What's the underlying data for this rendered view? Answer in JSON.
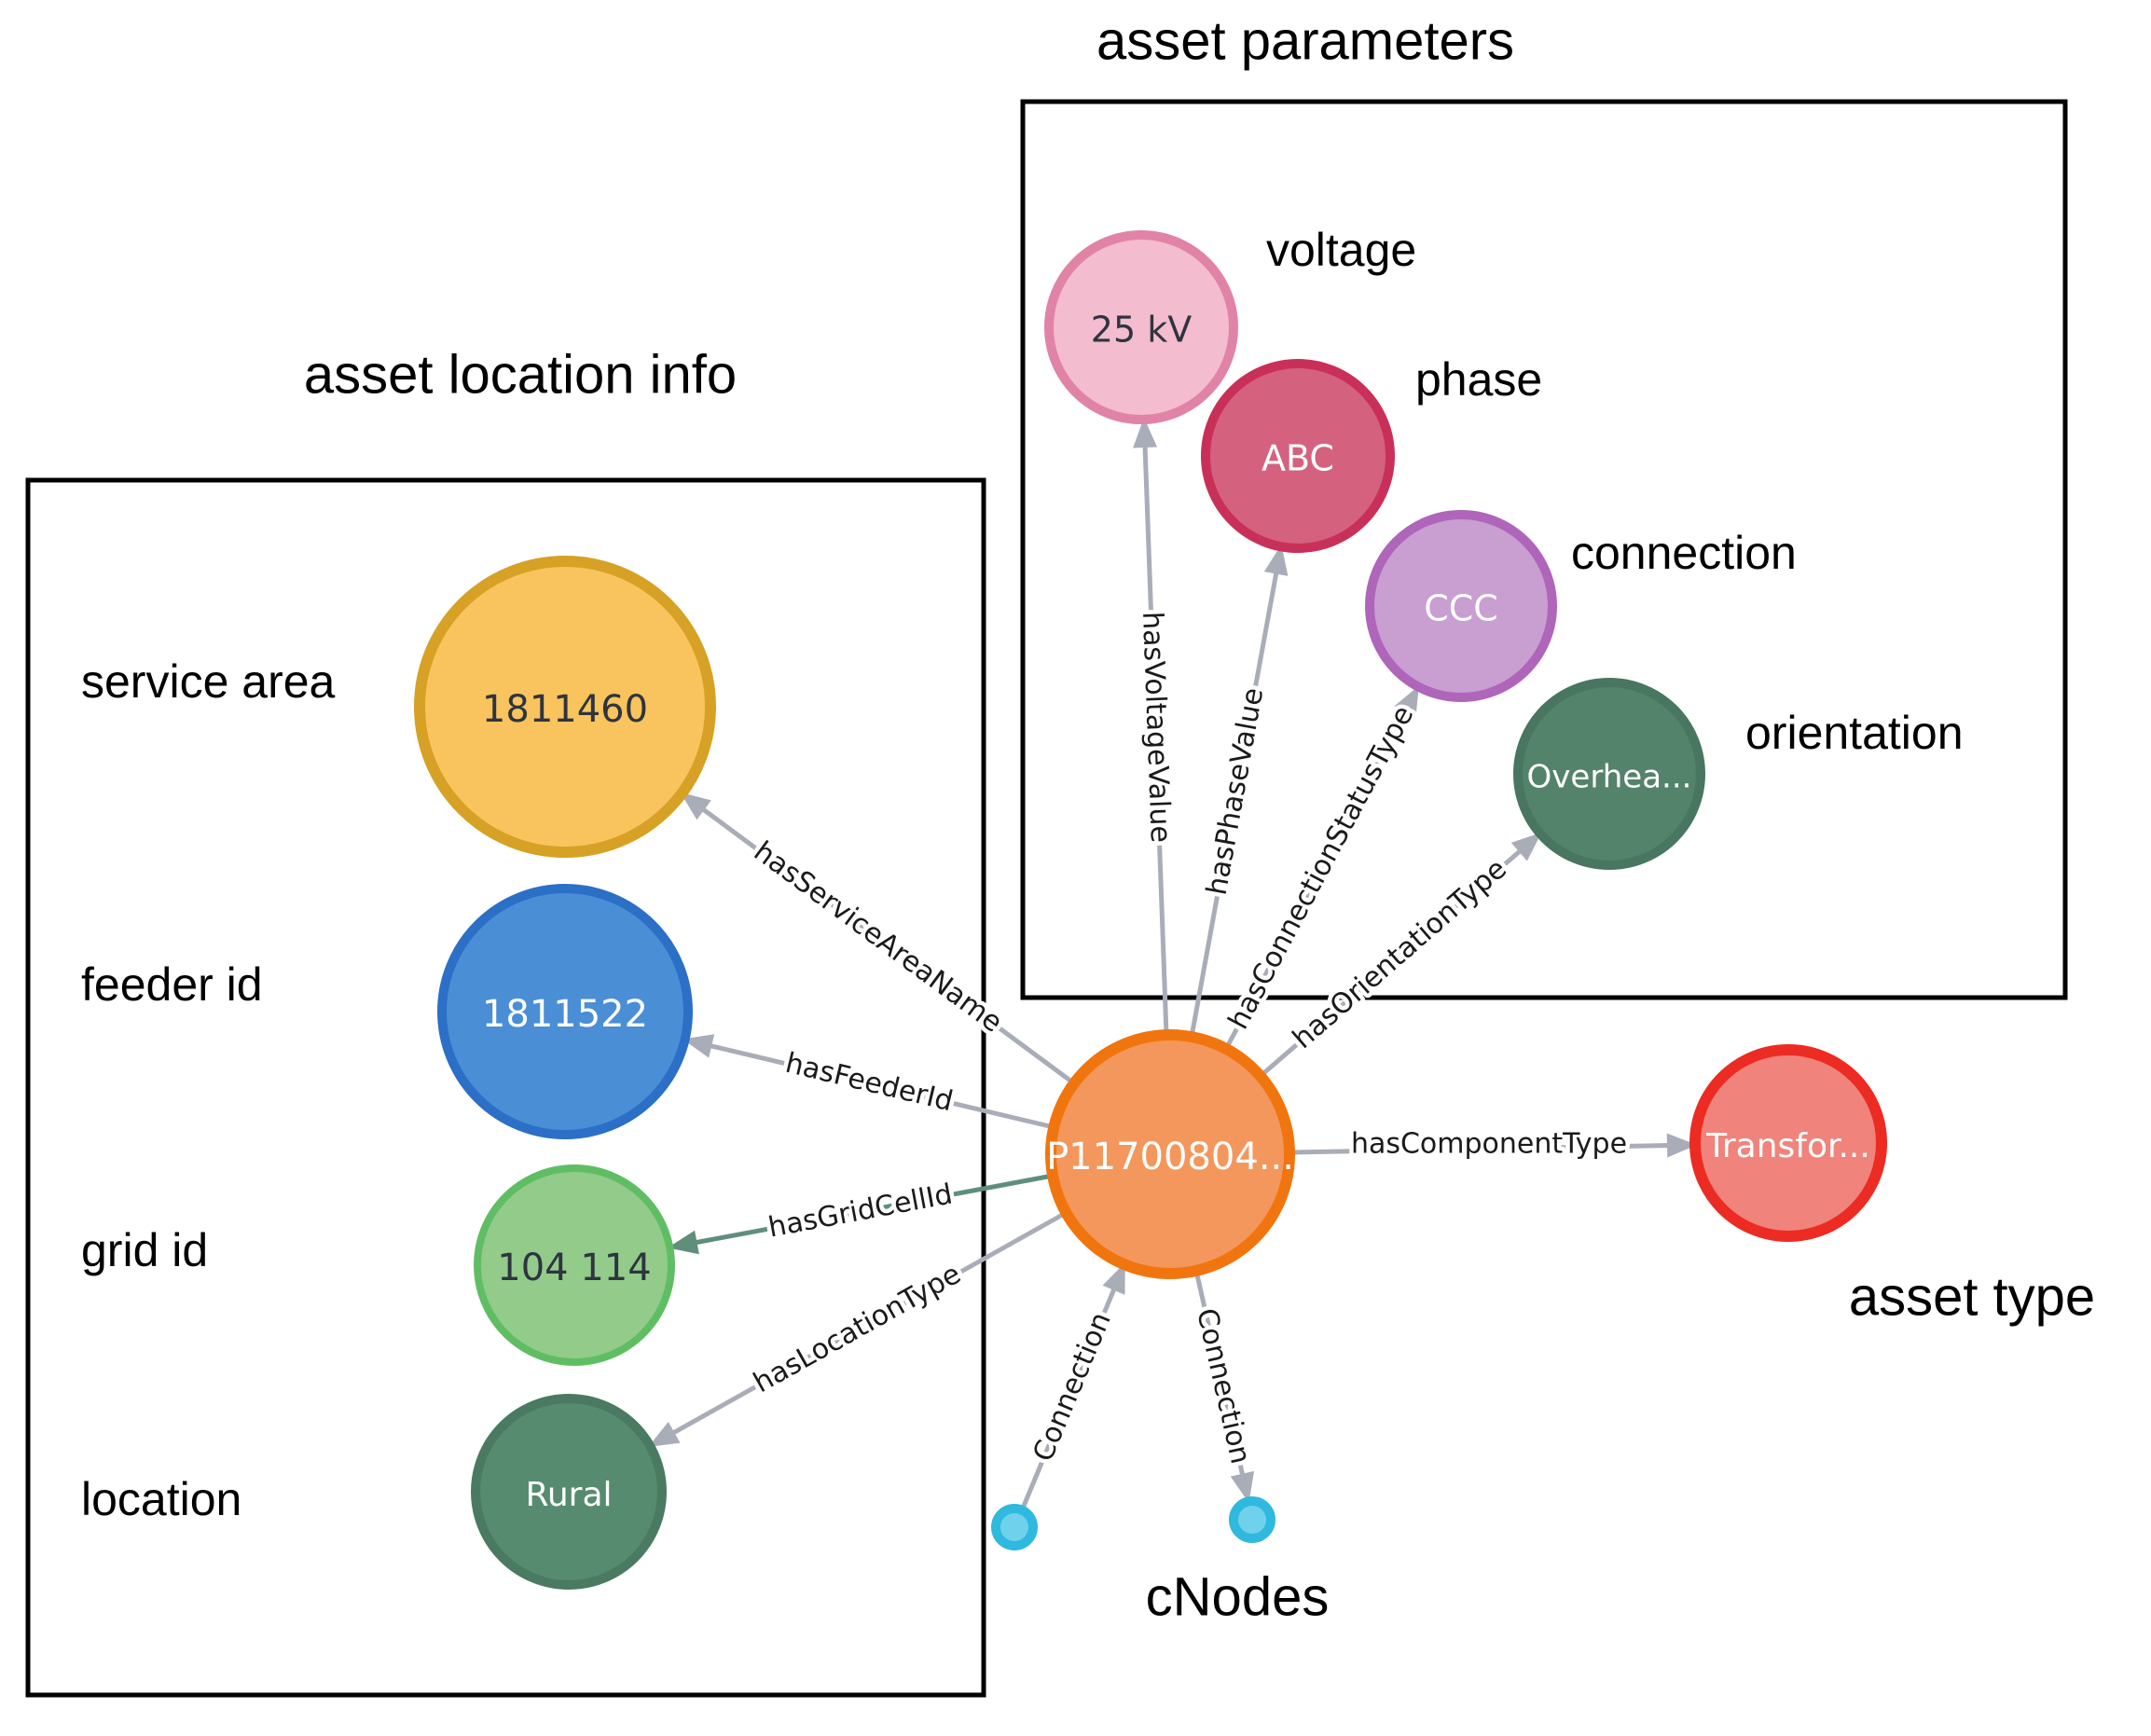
{
  "titles": {
    "parameters": "asset parameters",
    "location": "asset location info",
    "asset_type": "asset type",
    "cnodes": "cNodes"
  },
  "category_labels": {
    "service_area": "service area",
    "feeder_id": "feeder id",
    "grid_id": "grid id",
    "location": "location",
    "voltage": "voltage",
    "phase": "phase",
    "connection": "connection",
    "orientation": "orientation"
  },
  "nodes": {
    "central": {
      "label": "P11700804...",
      "fill": "#F4975C",
      "stroke": "#F1750E",
      "text_color": "#ffffff"
    },
    "service_area": {
      "label": "1811460",
      "fill": "#F9C45D",
      "stroke": "#D7A125",
      "text_color": "#2E3440"
    },
    "feeder": {
      "label": "1811522",
      "fill": "#4A8ED6",
      "stroke": "#2B6FC7",
      "text_color": "#ffffff"
    },
    "grid": {
      "label": "104 114",
      "fill": "#93CB8B",
      "stroke": "#5FBE63",
      "text_color": "#2E3440"
    },
    "location": {
      "label": "Rural",
      "fill": "#578B70",
      "stroke": "#4A7A61",
      "text_color": "#ffffff"
    },
    "voltage": {
      "label": "25 kV",
      "fill": "#F3BCCF",
      "stroke": "#E183A6",
      "text_color": "#2E3440"
    },
    "phase": {
      "label": "ABC",
      "fill": "#D4627F",
      "stroke": "#C93059",
      "text_color": "#ffffff"
    },
    "connection": {
      "label": "CCC",
      "fill": "#C99ED1",
      "stroke": "#AF65BA",
      "text_color": "#ffffff"
    },
    "orientation": {
      "label": "Overhea...",
      "fill": "#53836B",
      "stroke": "#487660",
      "text_color": "#ffffff"
    },
    "asset_type": {
      "label": "Transfor...",
      "fill": "#F0837B",
      "stroke": "#EC2B23",
      "text_color": "#ffffff"
    },
    "cnode_left": {
      "label": "",
      "fill": "#6FD1EC",
      "stroke": "#2FB9DE",
      "text_color": "#ffffff"
    },
    "cnode_right": {
      "label": "",
      "fill": "#6FD1EC",
      "stroke": "#2FB9DE",
      "text_color": "#ffffff"
    }
  },
  "edge_labels": {
    "service_area": "hasServiceAreaName",
    "feeder": "hasFeederId",
    "grid": "hasGridCellId",
    "location": "hasLocationType",
    "voltage": "hasVoltageValue",
    "phase": "hasPhaseValue",
    "connection_status": "hasConnectionStatusType",
    "orientation": "hasOrientationType",
    "component": "hasComponentType",
    "cnode_left": "Connection",
    "cnode_right": "Connection"
  },
  "colors": {
    "edge": "#A9ADB8",
    "grid_edge": "#5F8F7C",
    "box_border": "#000000",
    "background": "#ffffff"
  }
}
